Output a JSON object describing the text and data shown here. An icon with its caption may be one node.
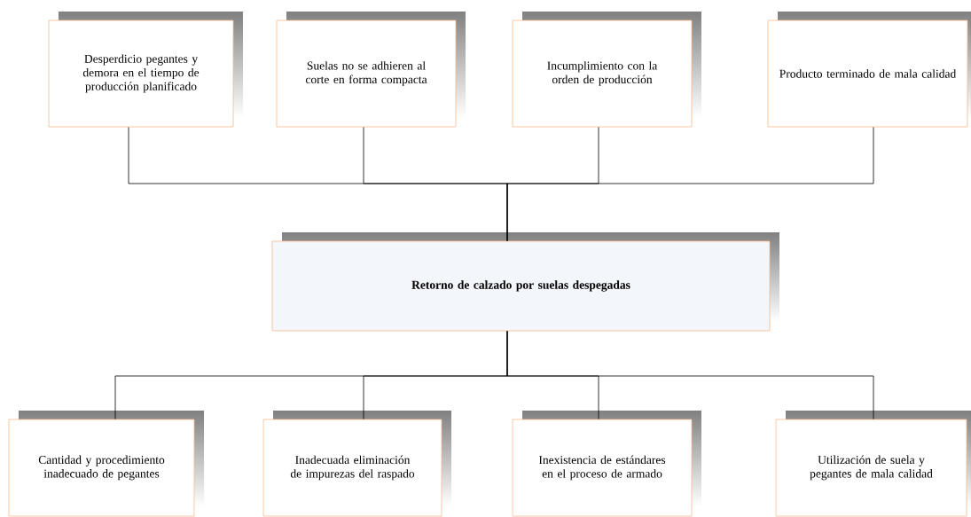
{
  "diagram": {
    "nodes": [
      {
        "text": [
          "Desperdicio pegantes y demora en el tiempo de producción planificado"
        ]
      },
      {
        "text": [
          "Suelas no se adhieren al corte en forma compacta"
        ]
      },
      {
        "text": [
          "Incumplimiento con la orden de producción"
        ]
      },
      {
        "text": [
          "Producto terminado de mala calidad"
        ]
      },
      {
        "text": [
          "Retorno de calzado por suelas despegadas"
        ]
      },
      {
        "text": [
          "Cantidad y procedimiento inadecuado de pegantes"
        ]
      },
      {
        "text": [
          "Inadecuada eliminación de impurezas del raspado"
        ]
      },
      {
        "text": [
          "Inexistencia de estándares en el proceso de armado"
        ]
      },
      {
        "text": [
          "Utilización de suela y pegantes de mala calidad"
        ]
      }
    ],
    "edges": [
      {
        "from": 4,
        "to": 0,
        "arrow": "none"
      },
      {
        "from": 4,
        "to": 1,
        "arrow": "none"
      },
      {
        "from": 4,
        "to": 2,
        "arrow": "none"
      },
      {
        "from": 4,
        "to": 3,
        "arrow": "none"
      },
      {
        "from": 5,
        "to": 4,
        "arrow": "none"
      },
      {
        "from": 6,
        "to": 4,
        "arrow": "none"
      },
      {
        "from": 7,
        "to": 4,
        "arrow": "none"
      },
      {
        "from": 8,
        "to": 4,
        "arrow": "none"
      }
    ]
  }
}
